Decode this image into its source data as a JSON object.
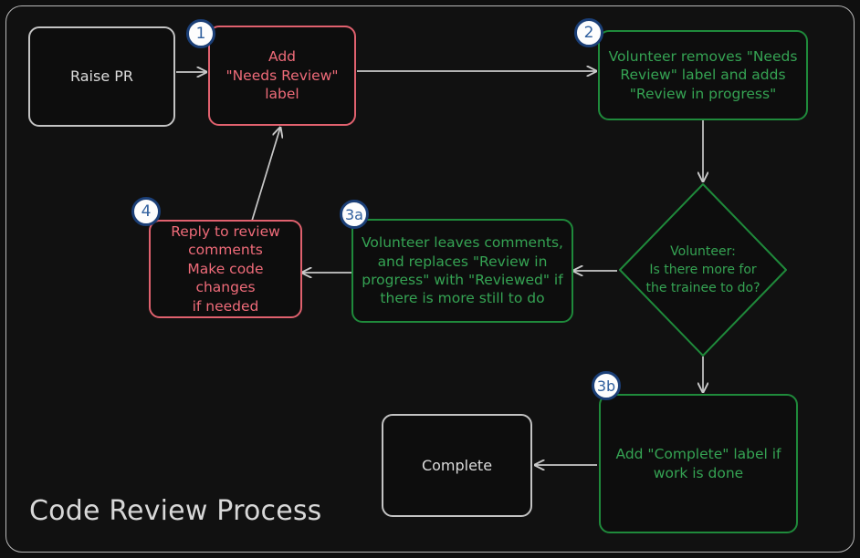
{
  "diagram": {
    "title": "Code Review Process",
    "colors": {
      "background": "#0f0f0f",
      "frame_border": "#b9b9b9",
      "neutral": "#c3c3c3",
      "red": "#ef6b79",
      "green": "#35a353",
      "green_border": "#1f8a3b",
      "edge": "#c9c9c9",
      "badge_fill": "#fdfdfd",
      "badge_border": "#1b3f77",
      "badge_text": "#2f5f9e"
    },
    "nodes": [
      {
        "id": "raise-pr",
        "text": "Raise PR",
        "style": "neutral",
        "badge": null
      },
      {
        "id": "step-1",
        "text": "Add\n\"Needs Review\"\nlabel",
        "style": "red",
        "badge": "1"
      },
      {
        "id": "step-2",
        "text": "Volunteer removes \"Needs\nReview\" label and adds\n\"Review in progress\"",
        "style": "green",
        "badge": "2"
      },
      {
        "id": "decision",
        "text": "Volunteer:\nIs there more for\nthe trainee to do?",
        "style": "green-diamond",
        "badge": null
      },
      {
        "id": "step-3a",
        "text": "Volunteer leaves comments,\nand replaces \"Review in\nprogress\" with \"Reviewed\" if\nthere is more still to do",
        "style": "green",
        "badge": "3a"
      },
      {
        "id": "step-3b",
        "text": "Add \"Complete\" label if\nwork is done",
        "style": "green",
        "badge": "3b"
      },
      {
        "id": "step-4",
        "text": "Reply to review\ncomments\nMake code changes\nif needed",
        "style": "red",
        "badge": "4"
      },
      {
        "id": "complete",
        "text": "Complete",
        "style": "neutral",
        "badge": null
      }
    ],
    "edges": [
      {
        "from": "raise-pr",
        "to": "step-1",
        "label": ""
      },
      {
        "from": "step-1",
        "to": "step-2",
        "label": ""
      },
      {
        "from": "step-2",
        "to": "decision",
        "label": ""
      },
      {
        "from": "decision",
        "to": "step-3a",
        "label": ""
      },
      {
        "from": "decision",
        "to": "step-3b",
        "label": ""
      },
      {
        "from": "step-3a",
        "to": "step-4",
        "label": ""
      },
      {
        "from": "step-4",
        "to": "step-1",
        "label": ""
      },
      {
        "from": "step-3b",
        "to": "complete",
        "label": ""
      }
    ]
  }
}
